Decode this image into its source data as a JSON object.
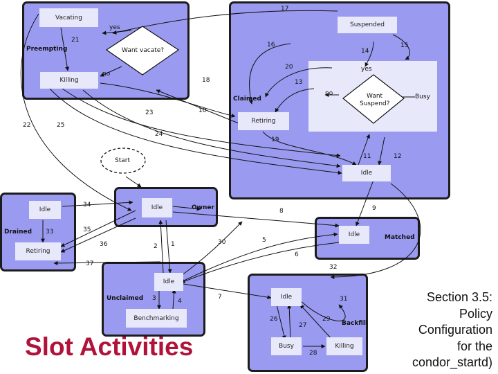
{
  "title": "Slot Activities",
  "section_note": [
    "Section 3.5:",
    "Policy",
    "Configuration",
    "for the",
    "condor_startd)"
  ],
  "colors": {
    "region": "#9a9af0",
    "box": "#e8e8fb",
    "title": "#b0123a",
    "border": "#1c1c1c"
  },
  "states": {
    "preempting": "Preempting",
    "claimed": "Claimed",
    "owner": "Owner",
    "drained": "Drained",
    "matched": "Matched",
    "unclaimed": "Unclaimed",
    "backfill": "Backfill"
  },
  "activities": {
    "vacating": "Vacating",
    "killing_pre": "Killing",
    "suspended": "Suspended",
    "retiring_claimed": "Retiring",
    "idle_claimed": "Idle",
    "idle_owner": "Idle",
    "idle_drained": "Idle",
    "retiring_drained": "Retiring",
    "idle_matched": "Idle",
    "idle_unclaimed": "Idle",
    "benchmarking": "Benchmarking",
    "idle_backfill": "Idle",
    "busy_backfill": "Busy",
    "killing_backfill": "Killing",
    "start": "Start"
  },
  "decisions": {
    "want_vacate": "Want vacate?",
    "want_suspend": [
      "Want",
      "Suspend?"
    ],
    "yes_vacate": "yes",
    "no_vacate": "no",
    "yes_suspend": "yes",
    "no_suspend": "no",
    "busy": "Busy"
  },
  "transitions": [
    "1",
    "2",
    "3",
    "4",
    "5",
    "6",
    "7",
    "8",
    "9",
    "10",
    "11",
    "12",
    "13",
    "14",
    "15",
    "16",
    "17",
    "18",
    "19",
    "20",
    "21",
    "22",
    "23",
    "24",
    "25",
    "26",
    "27",
    "28",
    "29",
    "30",
    "31",
    "32",
    "33",
    "34",
    "35",
    "36",
    "37"
  ]
}
